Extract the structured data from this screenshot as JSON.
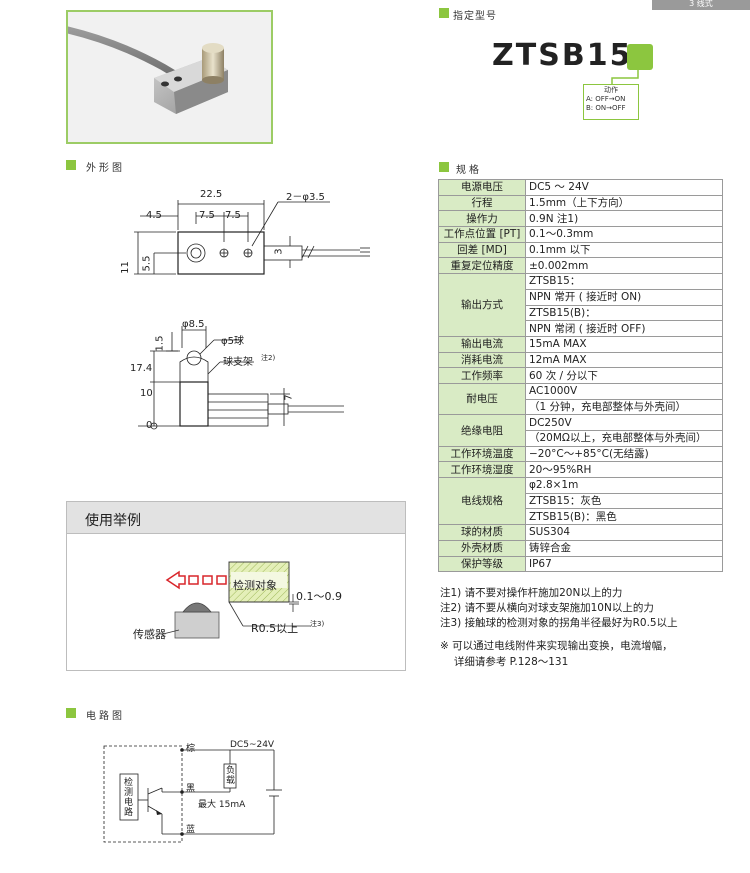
{
  "corner_tab": "3 线式",
  "model_section": {
    "title": "指定型号",
    "model": "ZTSB15"
  },
  "action_box": {
    "title": "动作",
    "line_a": "A: OFF→ON",
    "line_b": "B: ON→OFF"
  },
  "outline_section": {
    "title": "外形图"
  },
  "spec_section": {
    "title": "规格"
  },
  "circuit_section": {
    "title": "电路图"
  },
  "dims_top": {
    "d_22_5": "22.5",
    "d_hole": "2－φ3.5",
    "d_4_5": "4.5",
    "d_7_5a": "7.5",
    "d_7_5b": "7.5",
    "d_11": "11",
    "d_5_5": "5.5",
    "d_3": "3"
  },
  "dims_side": {
    "d_8_5": "φ8.5",
    "d_ball": "φ5球",
    "d_1_5": "1.5",
    "ball_holder": "球支架",
    "note_mark": "注2)",
    "d_17_4": "17.4",
    "d_10": "10",
    "d_0": "0",
    "d_7": "7"
  },
  "spec_rows": [
    {
      "k": "电源电压",
      "v": [
        "DC5 ～ 24V"
      ]
    },
    {
      "k": "行程",
      "v": [
        "1.5mm（上下方向）"
      ]
    },
    {
      "k": "操作力",
      "v": [
        "0.9N 注1)"
      ]
    },
    {
      "k": "工作点位置 [PT]",
      "v": [
        "0.1～0.3mm"
      ]
    },
    {
      "k": "回差 [MD]",
      "v": [
        "0.1mm 以下"
      ]
    },
    {
      "k": "重复定位精度",
      "v": [
        "±0.002mm"
      ]
    },
    {
      "k": "输出方式",
      "v": [
        "ZTSB15：",
        "NPN 常开 ( 接近时 ON)",
        "ZTSB15(B)：",
        "NPN 常闭 ( 接近时 OFF)"
      ]
    },
    {
      "k": "输出电流",
      "v": [
        "15mA MAX"
      ]
    },
    {
      "k": "消耗电流",
      "v": [
        "12mA MAX"
      ]
    },
    {
      "k": "工作频率",
      "v": [
        "60 次 / 分以下"
      ]
    },
    {
      "k": "耐电压",
      "v": [
        "AC1000V",
        "（1 分钟，充电部整体与外壳间）"
      ]
    },
    {
      "k": "绝缘电阻",
      "v": [
        "DC250V",
        "（20MΩ以上，充电部整体与外壳间）"
      ]
    },
    {
      "k": "工作环境温度",
      "v": [
        "−20°C～+85°C(无结露)"
      ]
    },
    {
      "k": "工作环境湿度",
      "v": [
        "20～95%RH"
      ]
    },
    {
      "k": "电线规格",
      "v": [
        "φ2.8×1m",
        "ZTSB15：灰色",
        "ZTSB15(B)：黑色"
      ]
    },
    {
      "k": "球的材质",
      "v": [
        "SUS304"
      ]
    },
    {
      "k": "外壳材质",
      "v": [
        "铸锌合金"
      ]
    },
    {
      "k": "保护等级",
      "v": [
        "IP67"
      ]
    }
  ],
  "notes": [
    "注1) 请不要对操作杆施加20N以上的力",
    "注2) 请不要从横向对球支架施加10N以上的力",
    "注3) 接触球的检测对象的拐角半径最好为R0.5以上"
  ],
  "note_extra": [
    "※ 可以通过电线附件来实现输出变换，电流增幅，",
    "　 详细请参考 P.128～131"
  ],
  "usage": {
    "title": "使用举例",
    "target": "检测对象",
    "gap": "0.1～0.9",
    "sensor": "传感器",
    "radius": "R0.5以上",
    "radius_note": "注3)"
  },
  "circuit": {
    "brown": "棕",
    "black": "黑",
    "blue": "蓝",
    "supply": "DC5~24V",
    "load": "负载",
    "max": "最大 15mA",
    "detect": "检测电路"
  },
  "colors": {
    "accent": "#8cc63f",
    "table_key_bg": "#d9ebc5",
    "usage_head": "#e2e2e2",
    "arrow_red": "#d9262b"
  }
}
